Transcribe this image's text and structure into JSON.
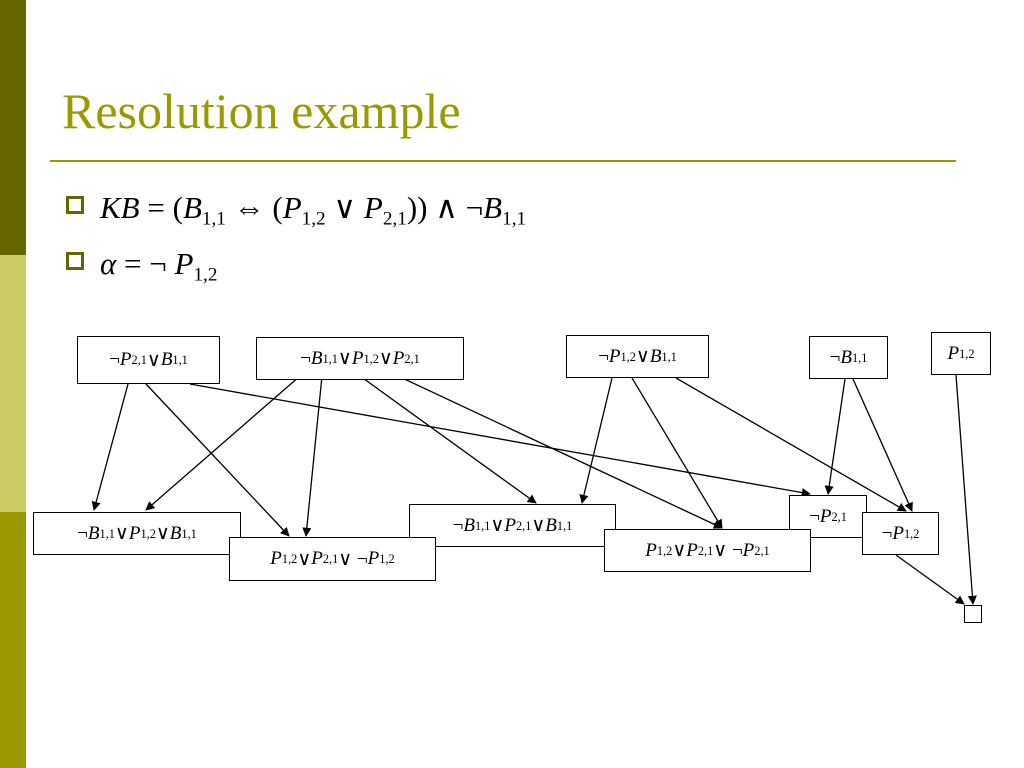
{
  "slide": {
    "title": "Resolution example"
  },
  "bullets": [
    {
      "id": "kb",
      "text": "KB = (B1,1 ⇔ (P1,2 ∨ P2,1)) ∧ ¬B1,1"
    },
    {
      "id": "alpha",
      "text": "α = ¬ P1,2"
    }
  ],
  "clauses": {
    "c1": "¬P2,1 ∨ B1,1",
    "c2": "¬B1,1 ∨ P1,2 ∨ P2,1",
    "c3": "¬P1,2 ∨ B1,1",
    "c4": "¬B1,1",
    "c5": "P1,2",
    "r1": "¬B1,1 ∨ P1,2 ∨ B1,1",
    "r2": "P1,2 ∨ P2,1 ∨ ¬P1,2",
    "r3": "¬B1,1 ∨ P2,1 ∨ B1,1",
    "r4": "P1,2 ∨ P2,1 ∨ ¬P2,1",
    "r5": "¬P2,1",
    "r6": "¬P1,2",
    "empty": "□"
  },
  "edges": [
    {
      "from": "c1",
      "to": "r1"
    },
    {
      "from": "c1",
      "to": "r2"
    },
    {
      "from": "c1",
      "to": "r5"
    },
    {
      "from": "c2",
      "to": "r1"
    },
    {
      "from": "c2",
      "to": "r2"
    },
    {
      "from": "c2",
      "to": "r3"
    },
    {
      "from": "c2",
      "to": "r4"
    },
    {
      "from": "c3",
      "to": "r3"
    },
    {
      "from": "c3",
      "to": "r4"
    },
    {
      "from": "c3",
      "to": "r6"
    },
    {
      "from": "c4",
      "to": "r5"
    },
    {
      "from": "c4",
      "to": "r6"
    },
    {
      "from": "c5",
      "to": "empty"
    },
    {
      "from": "r6",
      "to": "empty"
    }
  ],
  "colors": {
    "accent": "#999900",
    "band_dark": "#666600",
    "band_light": "#cccc66",
    "bullet": "#666600"
  }
}
